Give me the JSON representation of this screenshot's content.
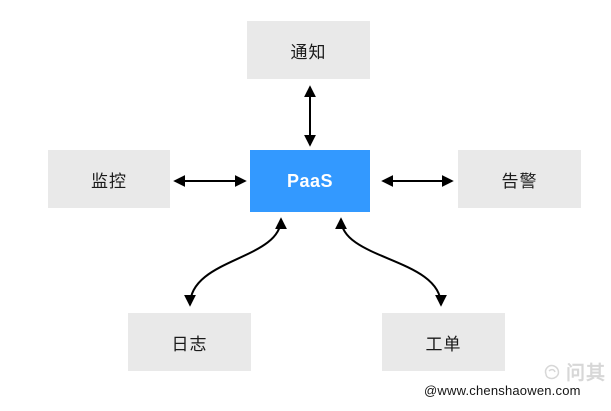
{
  "diagram": {
    "center_node": {
      "id": "paas",
      "label": "PaaS"
    },
    "nodes": [
      {
        "id": "notify",
        "label": "通知",
        "position": "top"
      },
      {
        "id": "monitor",
        "label": "监控",
        "position": "left"
      },
      {
        "id": "alert",
        "label": "告警",
        "position": "right"
      },
      {
        "id": "log",
        "label": "日志",
        "position": "bottom-left"
      },
      {
        "id": "ticket",
        "label": "工单",
        "position": "bottom-right"
      }
    ],
    "edges": [
      {
        "from": "paas",
        "to": "notify",
        "style": "straight",
        "bidirectional": true
      },
      {
        "from": "paas",
        "to": "monitor",
        "style": "straight",
        "bidirectional": true
      },
      {
        "from": "paas",
        "to": "alert",
        "style": "straight",
        "bidirectional": true
      },
      {
        "from": "paas",
        "to": "log",
        "style": "curved",
        "bidirectional": true
      },
      {
        "from": "paas",
        "to": "ticket",
        "style": "curved",
        "bidirectional": true
      }
    ],
    "colors": {
      "center_fill": "#3399FF",
      "center_text": "#FFFFFF",
      "node_fill": "#E9E9E9",
      "node_text": "#1A1A1A",
      "edge": "#000000",
      "background": "#FFFFFF",
      "watermark_faint": "#D7D7D7",
      "watermark_dark": "#141414"
    }
  },
  "watermark": {
    "site_text": "@www.chenshaowen.com",
    "logo_text": "问其"
  }
}
